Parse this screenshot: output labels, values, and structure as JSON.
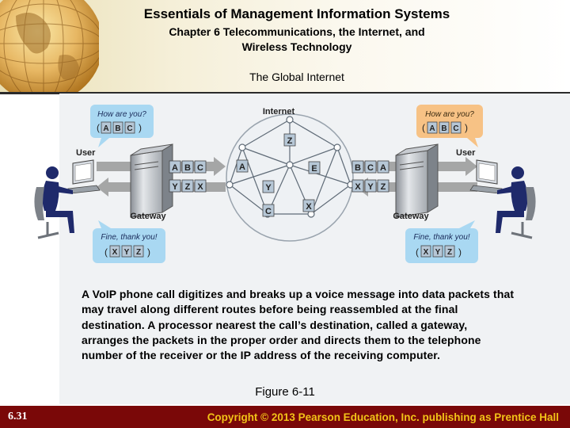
{
  "header": {
    "book_title": "Essentials of Management Information Systems",
    "chapter_line1": "Chapter 6 Telecommunications, the Internet, and",
    "chapter_line2": "Wireless Technology",
    "slide_title": "The Global Internet"
  },
  "diagram": {
    "internet_label": "Internet",
    "left": {
      "question": "How are you?",
      "answer": "Fine, thank you!",
      "user_label": "User",
      "gateway_label": "Gateway",
      "question_packets": [
        "A",
        "B",
        "C"
      ],
      "answer_packets": [
        "X",
        "Y",
        "Z"
      ],
      "outgoing_packets": [
        "A",
        "B",
        "C"
      ],
      "incoming_packets": [
        "Y",
        "Z",
        "X"
      ]
    },
    "right": {
      "question": "How are you?",
      "answer": "Fine, thank you!",
      "user_label": "User",
      "gateway_label": "Gateway",
      "question_packets": [
        "A",
        "B",
        "C"
      ],
      "answer_packets": [
        "X",
        "Y",
        "Z"
      ],
      "incoming_packets": [
        "B",
        "C",
        "A"
      ],
      "outgoing_packets": [
        "X",
        "Y",
        "Z"
      ]
    },
    "network_packets": [
      "Z",
      "A",
      "E",
      "Y",
      "C",
      "X"
    ],
    "colors": {
      "bubble": "#a9d8f2",
      "packet": "#b6c7d6",
      "arrow": "#8c8c8c",
      "person": "#1f2a6b"
    }
  },
  "caption": "A VoIP phone call digitizes and breaks up a voice message into data packets that may travel along different routes before being reassembled at the final destination. A processor nearest the call’s destination, called a gateway, arranges the packets in the proper order and directs them to the telephone number of the receiver or the IP address of the receiving computer.",
  "figure_label": "Figure 6-11",
  "footer": {
    "slide_number": "6.31",
    "copyright": "Copyright © 2013 Pearson Education, Inc. publishing as Prentice Hall"
  }
}
